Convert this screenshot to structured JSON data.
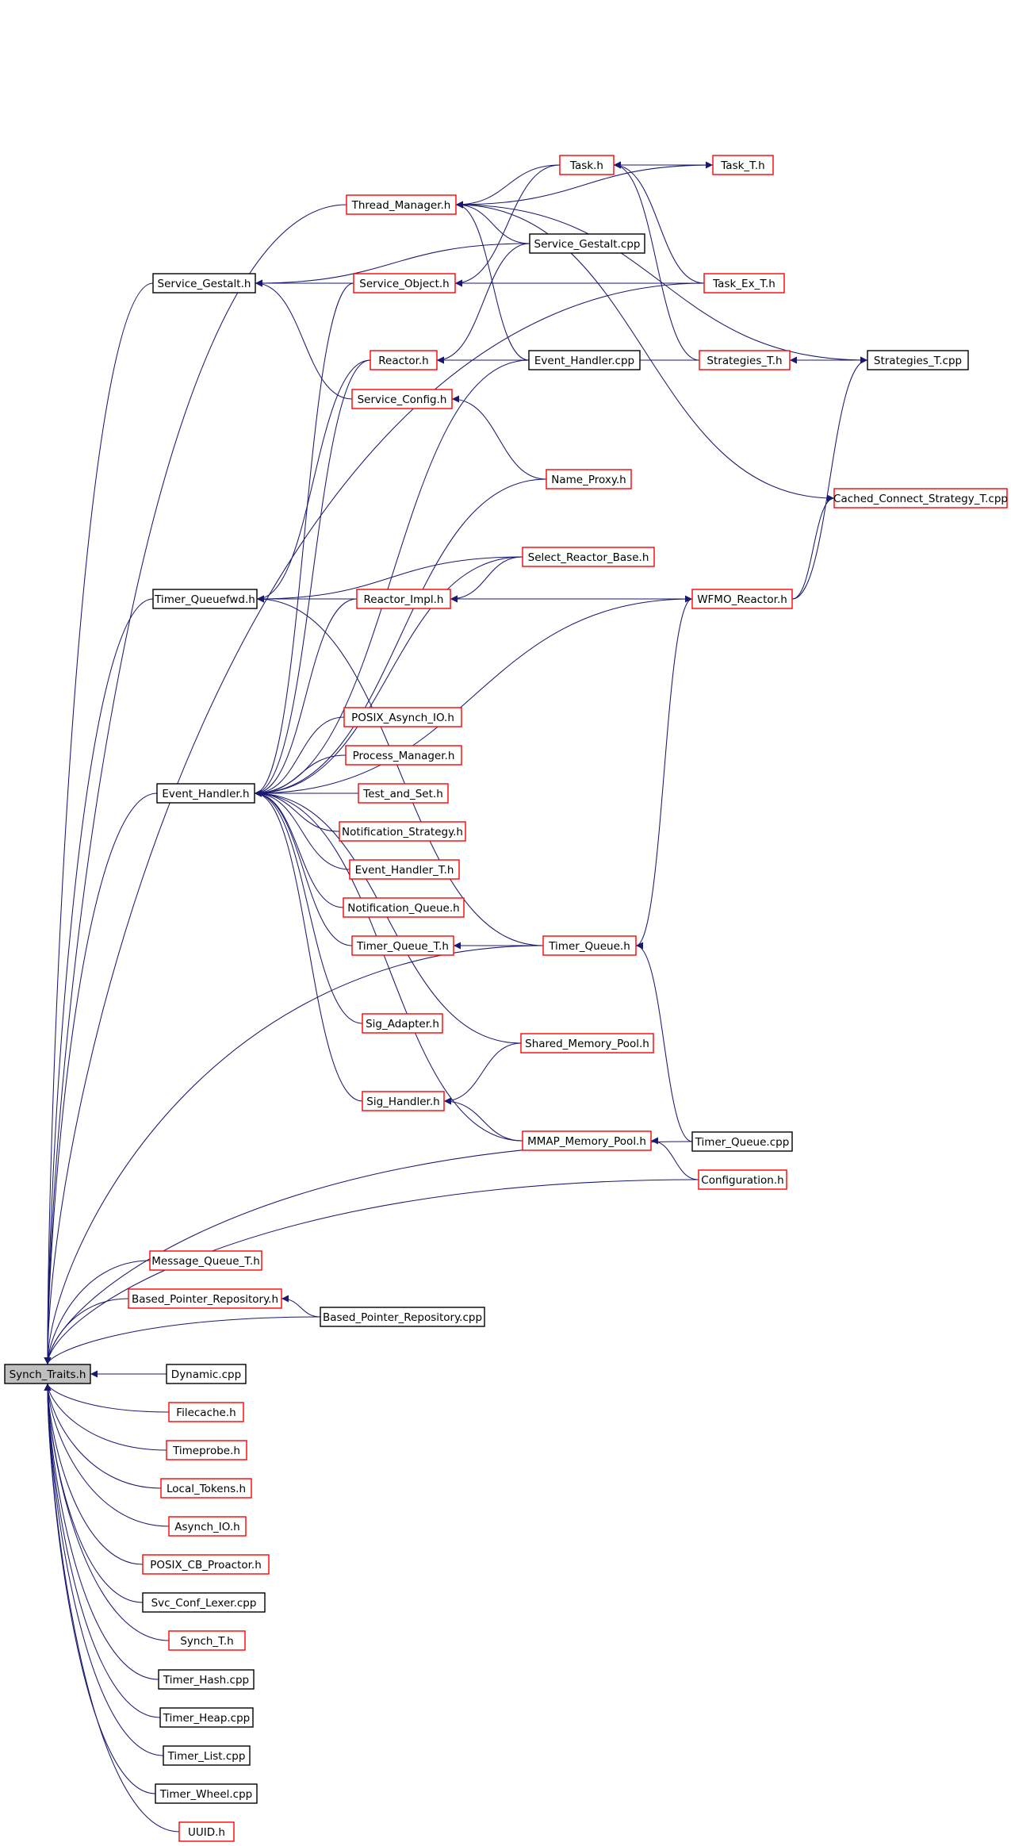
{
  "colors": {
    "edge": "#191970",
    "documented_border": "#000000",
    "undocumented_border": "#ff0000",
    "focus_fill": "#bfbfbf"
  },
  "focus_node": "Synch_Traits.h",
  "nodes": [
    {
      "id": "synch_traits",
      "label": "Synch_Traits.h",
      "style": "gray"
    },
    {
      "id": "thread_manager",
      "label": "Thread_Manager.h",
      "style": "red"
    },
    {
      "id": "task_h",
      "label": "Task.h",
      "style": "red"
    },
    {
      "id": "task_t",
      "label": "Task_T.h",
      "style": "red"
    },
    {
      "id": "service_gestalt_h",
      "label": "Service_Gestalt.h",
      "style": "black"
    },
    {
      "id": "service_object",
      "label": "Service_Object.h",
      "style": "red"
    },
    {
      "id": "service_gestalt_cpp",
      "label": "Service_Gestalt.cpp",
      "style": "black"
    },
    {
      "id": "task_ex_t",
      "label": "Task_Ex_T.h",
      "style": "red"
    },
    {
      "id": "reactor_h",
      "label": "Reactor.h",
      "style": "red"
    },
    {
      "id": "event_handler_cpp",
      "label": "Event_Handler.cpp",
      "style": "black"
    },
    {
      "id": "strategies_t_h",
      "label": "Strategies_T.h",
      "style": "red"
    },
    {
      "id": "strategies_t_cpp",
      "label": "Strategies_T.cpp",
      "style": "black"
    },
    {
      "id": "service_config",
      "label": "Service_Config.h",
      "style": "red"
    },
    {
      "id": "name_proxy",
      "label": "Name_Proxy.h",
      "style": "red"
    },
    {
      "id": "cached_connect",
      "label": "Cached_Connect_Strategy_T.cpp",
      "style": "red"
    },
    {
      "id": "select_reactor_base",
      "label": "Select_Reactor_Base.h",
      "style": "red"
    },
    {
      "id": "timer_queuefwd",
      "label": "Timer_Queuefwd.h",
      "style": "black"
    },
    {
      "id": "reactor_impl",
      "label": "Reactor_Impl.h",
      "style": "red"
    },
    {
      "id": "wfmo_reactor",
      "label": "WFMO_Reactor.h",
      "style": "red"
    },
    {
      "id": "posix_asynch_io",
      "label": "POSIX_Asynch_IO.h",
      "style": "red"
    },
    {
      "id": "process_manager",
      "label": "Process_Manager.h",
      "style": "red"
    },
    {
      "id": "event_handler_h",
      "label": "Event_Handler.h",
      "style": "black"
    },
    {
      "id": "test_and_set",
      "label": "Test_and_Set.h",
      "style": "red"
    },
    {
      "id": "notification_strategy",
      "label": "Notification_Strategy.h",
      "style": "red"
    },
    {
      "id": "event_handler_t",
      "label": "Event_Handler_T.h",
      "style": "red"
    },
    {
      "id": "notification_queue",
      "label": "Notification_Queue.h",
      "style": "red"
    },
    {
      "id": "timer_queue_t",
      "label": "Timer_Queue_T.h",
      "style": "red"
    },
    {
      "id": "timer_queue_h",
      "label": "Timer_Queue.h",
      "style": "red"
    },
    {
      "id": "sig_adapter",
      "label": "Sig_Adapter.h",
      "style": "red"
    },
    {
      "id": "shared_memory_pool",
      "label": "Shared_Memory_Pool.h",
      "style": "red"
    },
    {
      "id": "sig_handler",
      "label": "Sig_Handler.h",
      "style": "red"
    },
    {
      "id": "mmap_memory_pool",
      "label": "MMAP_Memory_Pool.h",
      "style": "red"
    },
    {
      "id": "timer_queue_cpp",
      "label": "Timer_Queue.cpp",
      "style": "black"
    },
    {
      "id": "configuration",
      "label": "Configuration.h",
      "style": "red"
    },
    {
      "id": "message_queue_t",
      "label": "Message_Queue_T.h",
      "style": "red"
    },
    {
      "id": "based_pointer_repo_h",
      "label": "Based_Pointer_Repository.h",
      "style": "red"
    },
    {
      "id": "based_pointer_repo_cpp",
      "label": "Based_Pointer_Repository.cpp",
      "style": "black"
    },
    {
      "id": "dynamic_cpp",
      "label": "Dynamic.cpp",
      "style": "black"
    },
    {
      "id": "filecache",
      "label": "Filecache.h",
      "style": "red"
    },
    {
      "id": "timeprobe",
      "label": "Timeprobe.h",
      "style": "red"
    },
    {
      "id": "local_tokens",
      "label": "Local_Tokens.h",
      "style": "red"
    },
    {
      "id": "asynch_io",
      "label": "Asynch_IO.h",
      "style": "red"
    },
    {
      "id": "posix_cb_proactor",
      "label": "POSIX_CB_Proactor.h",
      "style": "red"
    },
    {
      "id": "svc_conf_lexer",
      "label": "Svc_Conf_Lexer.cpp",
      "style": "black"
    },
    {
      "id": "synch_t",
      "label": "Synch_T.h",
      "style": "red"
    },
    {
      "id": "timer_hash",
      "label": "Timer_Hash.cpp",
      "style": "black"
    },
    {
      "id": "timer_heap",
      "label": "Timer_Heap.cpp",
      "style": "black"
    },
    {
      "id": "timer_list",
      "label": "Timer_List.cpp",
      "style": "black"
    },
    {
      "id": "timer_wheel",
      "label": "Timer_Wheel.cpp",
      "style": "black"
    },
    {
      "id": "uuid",
      "label": "UUID.h",
      "style": "red"
    }
  ],
  "edges": [
    [
      "thread_manager",
      "synch_traits"
    ],
    [
      "task_h",
      "thread_manager"
    ],
    [
      "task_t",
      "task_h"
    ],
    [
      "task_h",
      "task_t"
    ],
    [
      "service_gestalt_cpp",
      "thread_manager"
    ],
    [
      "task_t",
      "thread_manager"
    ],
    [
      "strategies_t_cpp",
      "thread_manager"
    ],
    [
      "event_handler_cpp",
      "thread_manager"
    ],
    [
      "service_gestalt_h",
      "synch_traits"
    ],
    [
      "service_object",
      "service_gestalt_h"
    ],
    [
      "service_gestalt_cpp",
      "service_gestalt_h"
    ],
    [
      "service_config",
      "service_gestalt_h"
    ],
    [
      "task_h",
      "service_object"
    ],
    [
      "task_ex_t",
      "service_object"
    ],
    [
      "task_ex_t",
      "task_h"
    ],
    [
      "strategies_t_h",
      "task_h"
    ],
    [
      "task_ex_t",
      "synch_traits"
    ],
    [
      "event_handler_cpp",
      "reactor_h"
    ],
    [
      "strategies_t_h",
      "reactor_h"
    ],
    [
      "service_gestalt_cpp",
      "reactor_h"
    ],
    [
      "strategies_t_h",
      "strategies_t_cpp"
    ],
    [
      "strategies_t_cpp",
      "strategies_t_h"
    ],
    [
      "cached_connect",
      "thread_manager"
    ],
    [
      "wfmo_reactor",
      "strategies_t_cpp"
    ],
    [
      "wfmo_reactor",
      "cached_connect"
    ],
    [
      "name_proxy",
      "service_config"
    ],
    [
      "timer_queuefwd",
      "synch_traits"
    ],
    [
      "reactor_h",
      "timer_queuefwd"
    ],
    [
      "select_reactor_base",
      "timer_queuefwd"
    ],
    [
      "reactor_impl",
      "timer_queuefwd"
    ],
    [
      "timer_queue_h",
      "timer_queuefwd"
    ],
    [
      "select_reactor_base",
      "reactor_impl"
    ],
    [
      "wfmo_reactor",
      "reactor_impl"
    ],
    [
      "timer_queue_h",
      "wfmo_reactor"
    ],
    [
      "event_handler_h",
      "synch_traits"
    ],
    [
      "service_object",
      "event_handler_h"
    ],
    [
      "reactor_h",
      "event_handler_h"
    ],
    [
      "event_handler_cpp",
      "event_handler_h"
    ],
    [
      "name_proxy",
      "event_handler_h"
    ],
    [
      "select_reactor_base",
      "event_handler_h"
    ],
    [
      "reactor_impl",
      "event_handler_h"
    ],
    [
      "wfmo_reactor",
      "event_handler_h"
    ],
    [
      "posix_asynch_io",
      "event_handler_h"
    ],
    [
      "process_manager",
      "event_handler_h"
    ],
    [
      "test_and_set",
      "event_handler_h"
    ],
    [
      "notification_strategy",
      "event_handler_h"
    ],
    [
      "event_handler_t",
      "event_handler_h"
    ],
    [
      "notification_queue",
      "event_handler_h"
    ],
    [
      "timer_queue_t",
      "event_handler_h"
    ],
    [
      "sig_adapter",
      "event_handler_h"
    ],
    [
      "shared_memory_pool",
      "event_handler_h"
    ],
    [
      "sig_handler",
      "event_handler_h"
    ],
    [
      "mmap_memory_pool",
      "event_handler_h"
    ],
    [
      "timer_queue_h",
      "timer_queue_t"
    ],
    [
      "shared_memory_pool",
      "sig_handler"
    ],
    [
      "mmap_memory_pool",
      "sig_handler"
    ],
    [
      "timer_queue_cpp",
      "timer_queue_h"
    ],
    [
      "configuration",
      "mmap_memory_pool"
    ],
    [
      "timer_queue_h",
      "synch_traits"
    ],
    [
      "timer_queue_cpp",
      "synch_traits"
    ],
    [
      "configuration",
      "synch_traits"
    ],
    [
      "message_queue_t",
      "synch_traits"
    ],
    [
      "based_pointer_repo_h",
      "synch_traits"
    ],
    [
      "based_pointer_repo_cpp",
      "based_pointer_repo_h"
    ],
    [
      "based_pointer_repo_cpp",
      "synch_traits"
    ],
    [
      "dynamic_cpp",
      "synch_traits"
    ],
    [
      "filecache",
      "synch_traits"
    ],
    [
      "timeprobe",
      "synch_traits"
    ],
    [
      "local_tokens",
      "synch_traits"
    ],
    [
      "asynch_io",
      "synch_traits"
    ],
    [
      "posix_cb_proactor",
      "synch_traits"
    ],
    [
      "svc_conf_lexer",
      "synch_traits"
    ],
    [
      "synch_t",
      "synch_traits"
    ],
    [
      "timer_hash",
      "synch_traits"
    ],
    [
      "timer_heap",
      "synch_traits"
    ],
    [
      "timer_list",
      "synch_traits"
    ],
    [
      "timer_wheel",
      "synch_traits"
    ],
    [
      "uuid",
      "synch_traits"
    ]
  ]
}
